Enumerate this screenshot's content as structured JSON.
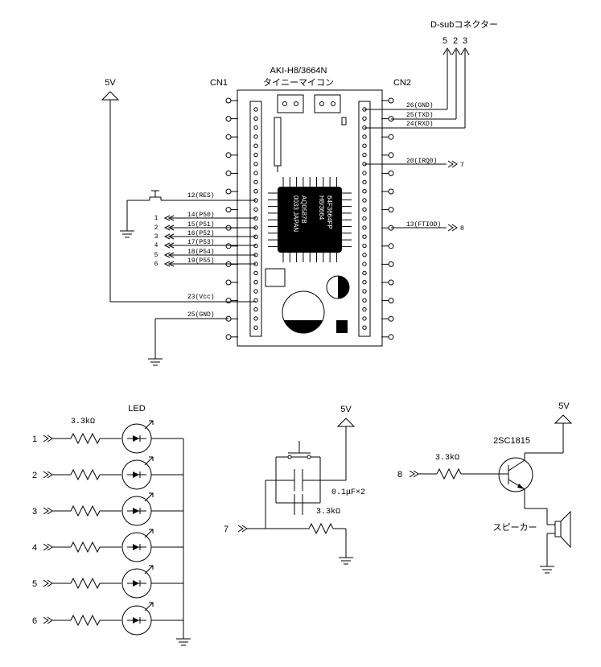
{
  "module": {
    "title": "AKI-H8/3664N",
    "subtitle": "タイニーマイコン",
    "cn1_label": "CN1",
    "cn2_label": "CN2",
    "chip_lines": [
      "64F3664FP",
      "H8/3664",
      "AQ0587B",
      "0033  JAPAN"
    ]
  },
  "dsub": {
    "title": "D-subコネクター",
    "pins": [
      "5",
      "2",
      "3"
    ]
  },
  "power": {
    "vcc_label": "5V"
  },
  "cn1_signals": [
    {
      "label": "12(RES)",
      "out": ""
    },
    {
      "label": "14(P50)",
      "out": "1"
    },
    {
      "label": "15(P51)",
      "out": "2"
    },
    {
      "label": "16(P52)",
      "out": "3"
    },
    {
      "label": "17(P53)",
      "out": "4"
    },
    {
      "label": "18(P54)",
      "out": "5"
    },
    {
      "label": "19(P55)",
      "out": "6"
    },
    {
      "label": "23(Vcc)",
      "out": ""
    },
    {
      "label": "25(GND)",
      "out": ""
    }
  ],
  "cn2_signals": [
    {
      "label": "26(GND)",
      "out": ""
    },
    {
      "label": "25(TXD)",
      "out": ""
    },
    {
      "label": "24(RXD)",
      "out": ""
    },
    {
      "label": "20(IRQ0)",
      "out": "7"
    },
    {
      "label": "13(FTIOD)",
      "out": "8"
    }
  ],
  "led_circuit": {
    "resistor_label": "3.3kΩ",
    "led_label": "LED",
    "inputs": [
      "1",
      "2",
      "3",
      "4",
      "5",
      "6"
    ]
  },
  "switch_circuit": {
    "vcc_label": "5V",
    "cap_label": "0.1μF×2",
    "resistor_label": "3.3kΩ",
    "input": "7"
  },
  "speaker_circuit": {
    "vcc_label": "5V",
    "transistor_label": "2SC1815",
    "resistor_label": "3.3kΩ",
    "speaker_label": "スピーカー",
    "input": "8"
  }
}
